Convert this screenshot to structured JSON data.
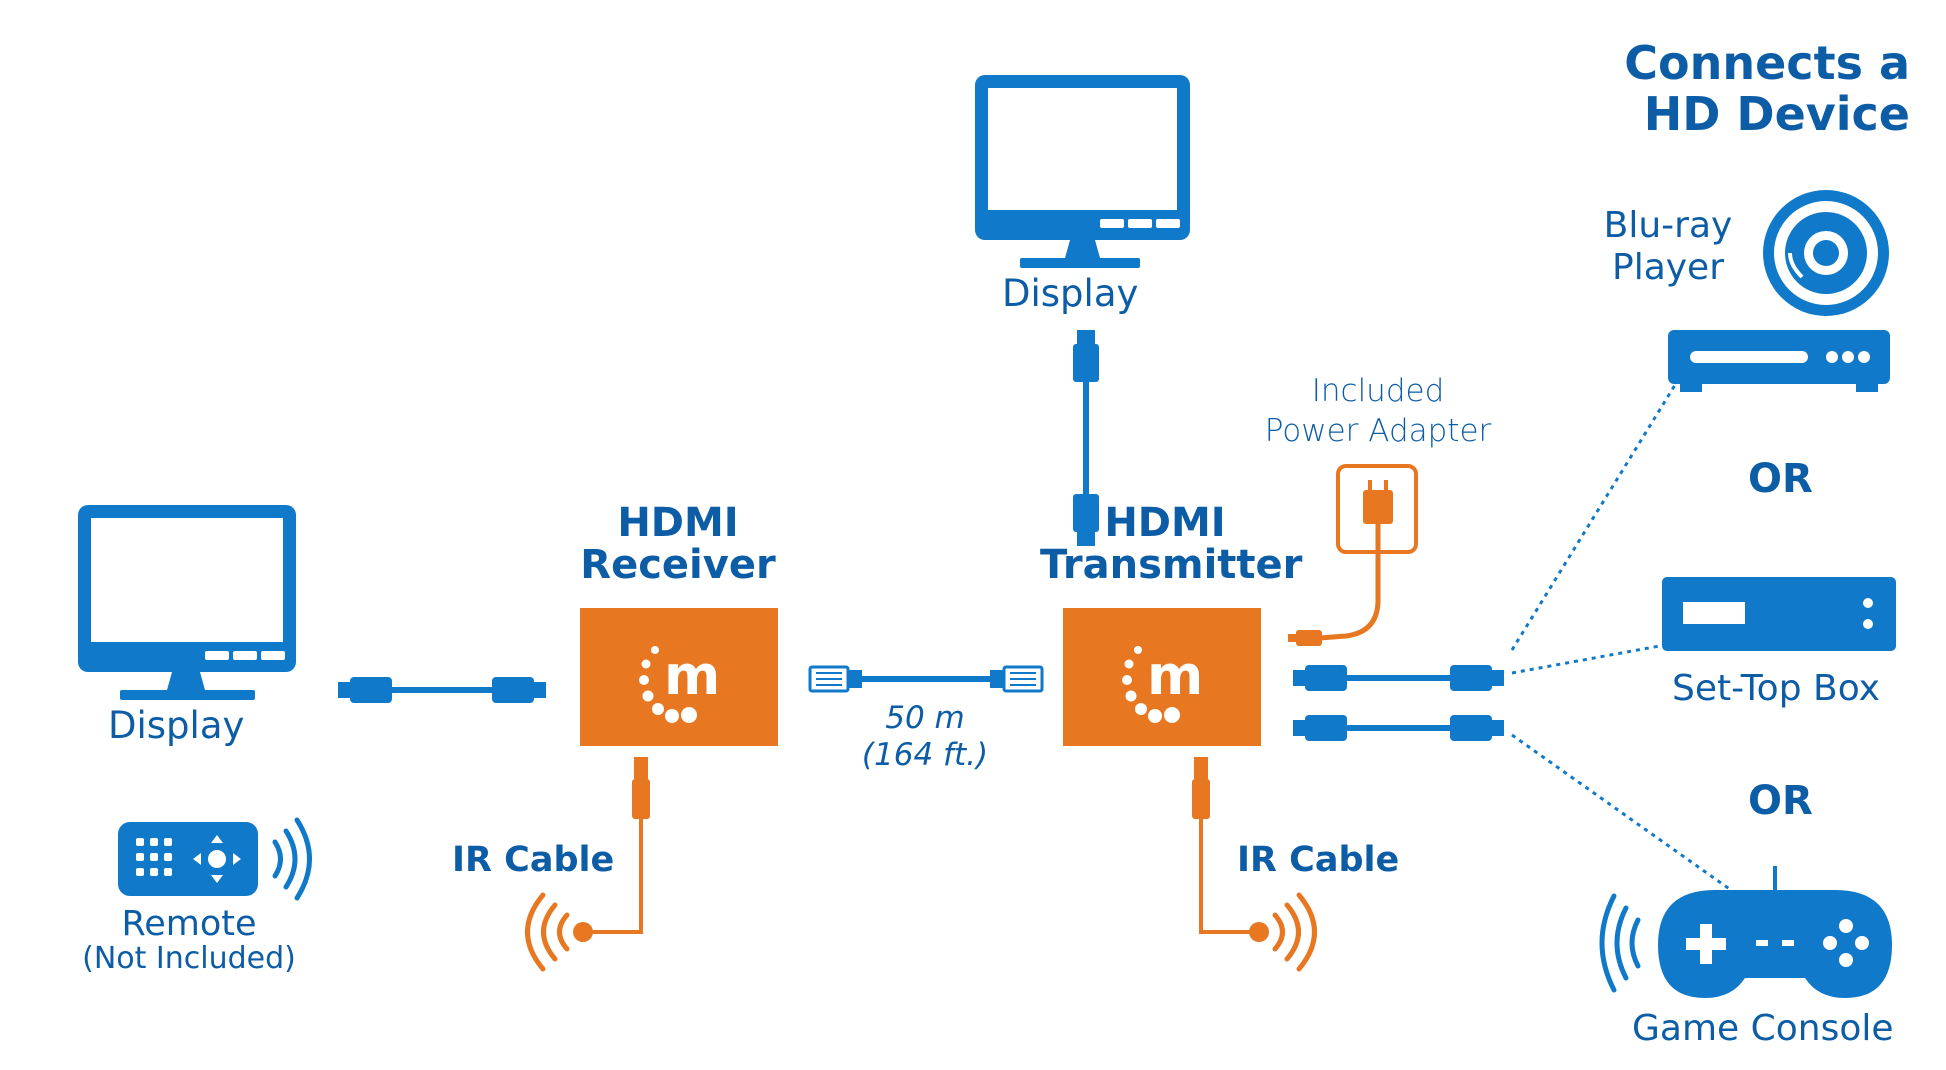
{
  "title": {
    "line1": "Connects a",
    "line2": "HD Device"
  },
  "displays": {
    "top": "Display",
    "left": "Display"
  },
  "receiver": {
    "line1": "HDMI",
    "line2": "Receiver"
  },
  "transmitter": {
    "line1": "HDMI",
    "line2": "Transmitter"
  },
  "power_adapter": {
    "line1": "Included",
    "line2": "Power Adapter"
  },
  "cable_length": {
    "line1": "50 m",
    "line2": "(164 ft.)"
  },
  "ir_cable_left": "IR Cable",
  "ir_cable_right": "IR Cable",
  "remote": {
    "line1": "Remote",
    "line2": "(Not Included)"
  },
  "devices": {
    "bluray": {
      "line1": "Blu-ray",
      "line2": "Player"
    },
    "or1": "OR",
    "settop": "Set-Top Box",
    "or2": "OR",
    "console": "Game Console"
  },
  "colors": {
    "blue": "#0d5da6",
    "bright_blue": "#1079c9",
    "orange": "#e87722"
  }
}
